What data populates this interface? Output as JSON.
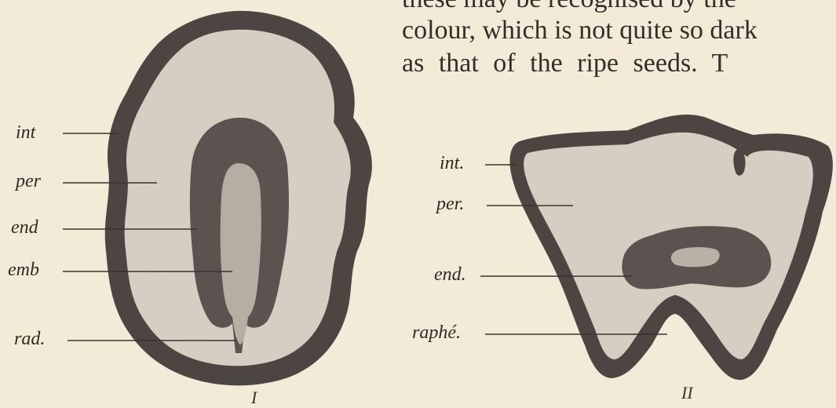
{
  "text": {
    "line1": "these may be recognised by the",
    "line2": "colour, which is not quite so dark",
    "line3": "as that of the ripe seeds. T"
  },
  "figure1": {
    "caption": "I",
    "labels": {
      "int": "int",
      "per": "per",
      "end": "end",
      "emb": "emb",
      "rad": "rad."
    }
  },
  "figure2": {
    "caption": "II",
    "labels": {
      "int": "int.",
      "per": "per.",
      "end": "end.",
      "raphe": "raphé."
    }
  }
}
